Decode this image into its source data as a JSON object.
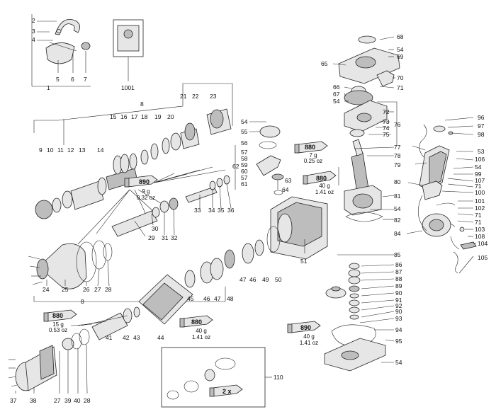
{
  "labels": [
    {
      "id": "2",
      "t": "2"
    },
    {
      "id": "3",
      "t": "3"
    },
    {
      "id": "4",
      "t": "4"
    },
    {
      "id": "5",
      "t": "5"
    },
    {
      "id": "6",
      "t": "6"
    },
    {
      "id": "7",
      "t": "7"
    },
    {
      "id": "1",
      "t": "1"
    },
    {
      "id": "1001",
      "t": "1001"
    },
    {
      "id": "8a",
      "t": "8"
    },
    {
      "id": "21",
      "t": "21"
    },
    {
      "id": "22",
      "t": "22"
    },
    {
      "id": "23",
      "t": "23"
    },
    {
      "id": "15",
      "t": "15"
    },
    {
      "id": "16",
      "t": "16"
    },
    {
      "id": "17",
      "t": "17"
    },
    {
      "id": "18",
      "t": "18"
    },
    {
      "id": "19",
      "t": "19"
    },
    {
      "id": "20",
      "t": "20"
    },
    {
      "id": "9",
      "t": "9"
    },
    {
      "id": "10",
      "t": "10"
    },
    {
      "id": "11",
      "t": "11"
    },
    {
      "id": "12",
      "t": "12"
    },
    {
      "id": "13",
      "t": "13"
    },
    {
      "id": "14",
      "t": "14"
    },
    {
      "id": "33",
      "t": "33"
    },
    {
      "id": "34",
      "t": "34"
    },
    {
      "id": "35",
      "t": "35"
    },
    {
      "id": "36",
      "t": "36"
    },
    {
      "id": "30",
      "t": "30"
    },
    {
      "id": "29",
      "t": "29"
    },
    {
      "id": "31",
      "t": "31"
    },
    {
      "id": "32",
      "t": "32"
    },
    {
      "id": "24",
      "t": "24"
    },
    {
      "id": "25",
      "t": "25"
    },
    {
      "id": "26",
      "t": "26"
    },
    {
      "id": "27a",
      "t": "27"
    },
    {
      "id": "28a",
      "t": "28"
    },
    {
      "id": "8b",
      "t": "8"
    },
    {
      "id": "54a",
      "t": "54"
    },
    {
      "id": "55",
      "t": "55"
    },
    {
      "id": "56",
      "t": "56"
    },
    {
      "id": "57a",
      "t": "57"
    },
    {
      "id": "58",
      "t": "58"
    },
    {
      "id": "59",
      "t": "59"
    },
    {
      "id": "60",
      "t": "60"
    },
    {
      "id": "57b",
      "t": "57"
    },
    {
      "id": "61",
      "t": "61"
    },
    {
      "id": "62",
      "t": "62"
    },
    {
      "id": "63",
      "t": "63"
    },
    {
      "id": "64",
      "t": "64"
    },
    {
      "id": "45",
      "t": "45"
    },
    {
      "id": "46a",
      "t": "46"
    },
    {
      "id": "47a",
      "t": "47"
    },
    {
      "id": "48",
      "t": "48"
    },
    {
      "id": "47b",
      "t": "47"
    },
    {
      "id": "46b",
      "t": "46"
    },
    {
      "id": "49",
      "t": "49"
    },
    {
      "id": "50",
      "t": "50"
    },
    {
      "id": "51",
      "t": "51"
    },
    {
      "id": "41",
      "t": "41"
    },
    {
      "id": "42",
      "t": "42"
    },
    {
      "id": "43",
      "t": "43"
    },
    {
      "id": "44",
      "t": "44"
    },
    {
      "id": "37",
      "t": "37"
    },
    {
      "id": "38",
      "t": "38"
    },
    {
      "id": "27b",
      "t": "27"
    },
    {
      "id": "39",
      "t": "39"
    },
    {
      "id": "40",
      "t": "40"
    },
    {
      "id": "28b",
      "t": "28"
    },
    {
      "id": "110",
      "t": "110"
    },
    {
      "id": "68",
      "t": "68"
    },
    {
      "id": "54b",
      "t": "54"
    },
    {
      "id": "69",
      "t": "69"
    },
    {
      "id": "65",
      "t": "65"
    },
    {
      "id": "70",
      "t": "70"
    },
    {
      "id": "66",
      "t": "66"
    },
    {
      "id": "71a",
      "t": "71"
    },
    {
      "id": "67",
      "t": "67"
    },
    {
      "id": "54c",
      "t": "54"
    },
    {
      "id": "72",
      "t": "72"
    },
    {
      "id": "73",
      "t": "73"
    },
    {
      "id": "74",
      "t": "74"
    },
    {
      "id": "76",
      "t": "76"
    },
    {
      "id": "75",
      "t": "75"
    },
    {
      "id": "77",
      "t": "77"
    },
    {
      "id": "78",
      "t": "78"
    },
    {
      "id": "79",
      "t": "79"
    },
    {
      "id": "80",
      "t": "80"
    },
    {
      "id": "81",
      "t": "81"
    },
    {
      "id": "54d",
      "t": "54"
    },
    {
      "id": "82",
      "t": "82"
    },
    {
      "id": "96",
      "t": "96"
    },
    {
      "id": "97",
      "t": "97"
    },
    {
      "id": "98",
      "t": "98"
    },
    {
      "id": "53",
      "t": "53"
    },
    {
      "id": "106",
      "t": "106"
    },
    {
      "id": "54e",
      "t": "54"
    },
    {
      "id": "99",
      "t": "99"
    },
    {
      "id": "107",
      "t": "107"
    },
    {
      "id": "71b",
      "t": "71"
    },
    {
      "id": "100",
      "t": "100"
    },
    {
      "id": "101",
      "t": "101"
    },
    {
      "id": "102",
      "t": "102"
    },
    {
      "id": "71c",
      "t": "71"
    },
    {
      "id": "71d",
      "t": "71"
    },
    {
      "id": "103",
      "t": "103"
    },
    {
      "id": "108",
      "t": "108"
    },
    {
      "id": "84",
      "t": "84"
    },
    {
      "id": "104",
      "t": "104"
    },
    {
      "id": "105",
      "t": "105"
    },
    {
      "id": "85",
      "t": "85"
    },
    {
      "id": "86",
      "t": "86"
    },
    {
      "id": "87",
      "t": "87"
    },
    {
      "id": "88",
      "t": "88"
    },
    {
      "id": "89",
      "t": "89"
    },
    {
      "id": "90a",
      "t": "90"
    },
    {
      "id": "91",
      "t": "91"
    },
    {
      "id": "92",
      "t": "92"
    },
    {
      "id": "90b",
      "t": "90"
    },
    {
      "id": "93",
      "t": "93"
    },
    {
      "id": "94",
      "t": "94"
    },
    {
      "id": "95",
      "t": "95"
    },
    {
      "id": "54f",
      "t": "54"
    }
  ],
  "tubes": [
    {
      "id": "t890a",
      "code": "890",
      "l1": "9 g",
      "l2": "0.32 oz"
    },
    {
      "id": "t880a",
      "code": "880",
      "l1": "7 g",
      "l2": "0.25 oz"
    },
    {
      "id": "t880b",
      "code": "880",
      "l1": "40 g",
      "l2": "1.41 oz"
    },
    {
      "id": "t880c",
      "code": "880",
      "l1": "15 g",
      "l2": "0.53 oz"
    },
    {
      "id": "t880d",
      "code": "880",
      "l1": "40 g",
      "l2": "1.41 oz"
    },
    {
      "id": "t890b",
      "code": "890",
      "l1": "40 g",
      "l2": "1.41 oz"
    },
    {
      "id": "t2x",
      "code": "2 x",
      "l1": "",
      "l2": ""
    }
  ]
}
